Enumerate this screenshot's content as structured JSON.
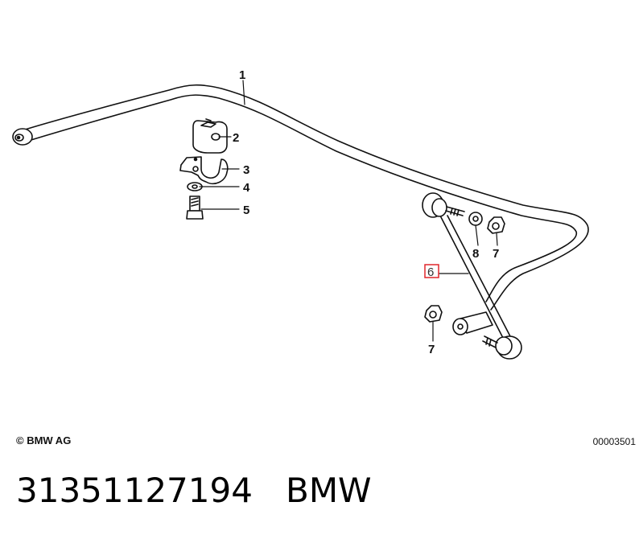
{
  "callouts": {
    "c1": "1",
    "c2": "2",
    "c3": "3",
    "c4": "4",
    "c5": "5",
    "c6": "6",
    "c7a": "7",
    "c8": "8",
    "c7b": "7"
  },
  "highlight_color": "#e0262b",
  "footer": {
    "copyright": "© BMW AG",
    "diagram_id": "00003501"
  },
  "caption": {
    "part_number": "31351127194",
    "brand": "BMW"
  }
}
